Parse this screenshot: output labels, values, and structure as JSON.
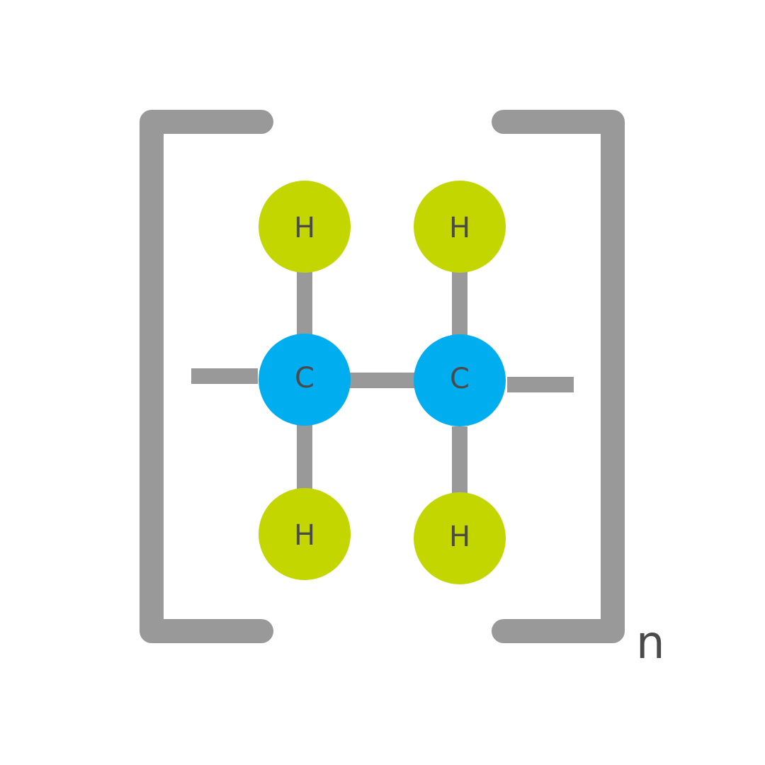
{
  "colors": {
    "bond": "#999999",
    "bracket": "#999999",
    "carbon": "#00aeef",
    "hydrogen": "#c3d600",
    "label": "#4a4a4a",
    "background": "#ffffff"
  },
  "atoms": {
    "carbon_left": "C",
    "carbon_right": "C",
    "hydrogen_top_left": "H",
    "hydrogen_top_right": "H",
    "hydrogen_bottom_left": "H",
    "hydrogen_bottom_right": "H"
  },
  "repeat_subscript": "n"
}
